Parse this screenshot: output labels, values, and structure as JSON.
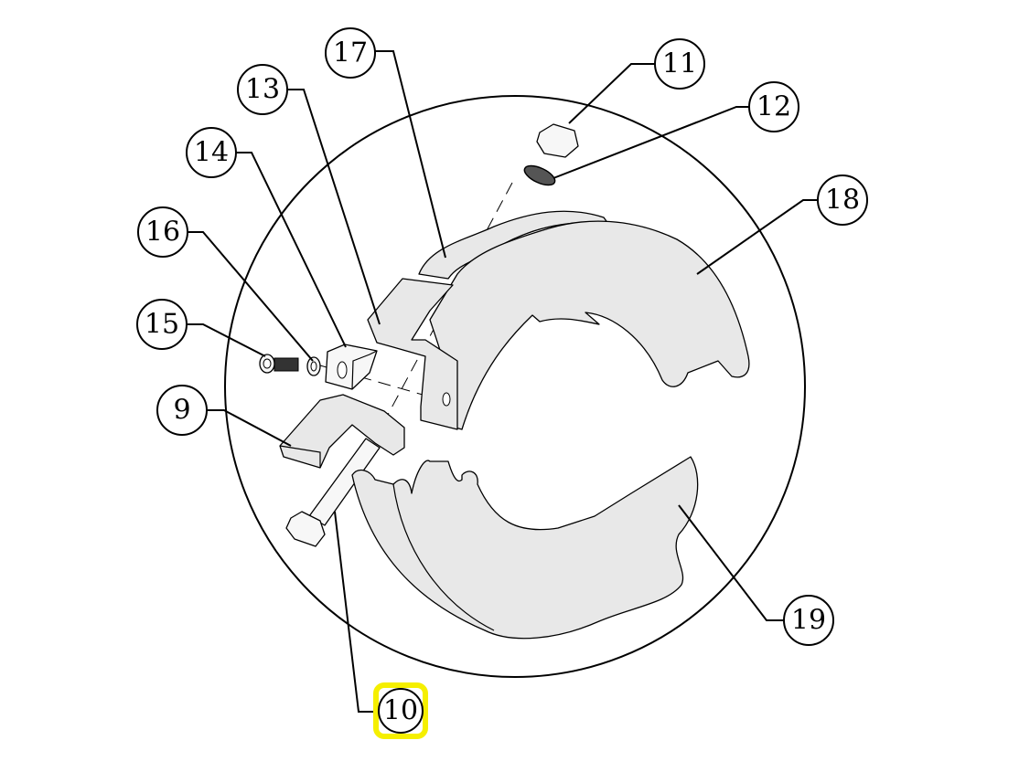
{
  "diagram": {
    "type": "exploded-parts-view",
    "highlight_color": "#f5ef00",
    "callouts": [
      {
        "id": "9",
        "label": "9"
      },
      {
        "id": "10",
        "label": "10",
        "highlighted": true
      },
      {
        "id": "11",
        "label": "11"
      },
      {
        "id": "12",
        "label": "12"
      },
      {
        "id": "13",
        "label": "13"
      },
      {
        "id": "14",
        "label": "14"
      },
      {
        "id": "15",
        "label": "15"
      },
      {
        "id": "16",
        "label": "16"
      },
      {
        "id": "17",
        "label": "17"
      },
      {
        "id": "18",
        "label": "18"
      },
      {
        "id": "19",
        "label": "19"
      }
    ]
  }
}
